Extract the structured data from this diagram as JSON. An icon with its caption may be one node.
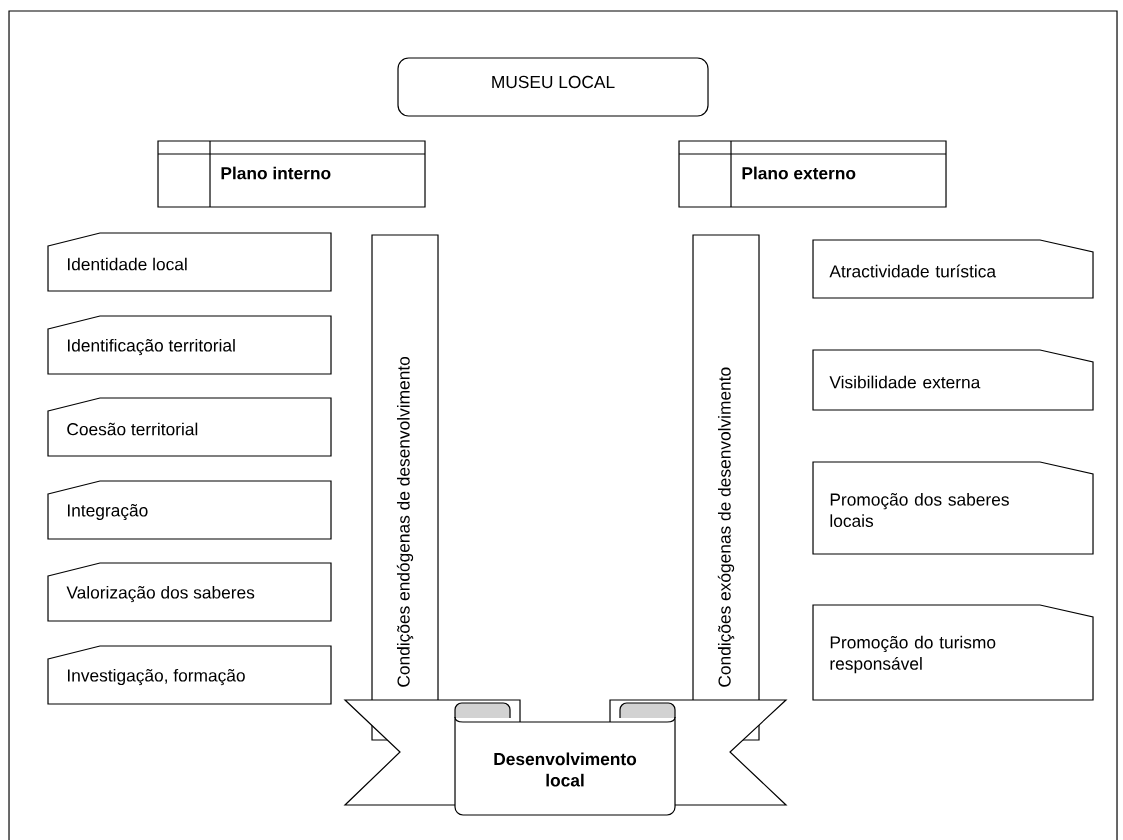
{
  "diagram": {
    "nodes": [
      {
        "text": [
          "MUSEU LOCAL"
        ]
      },
      {
        "text": [
          "Plano interno"
        ]
      },
      {
        "text": [
          "Plano externo"
        ]
      },
      {
        "text": [
          "Identidade local"
        ]
      },
      {
        "text": [
          "Identificação territorial"
        ]
      },
      {
        "text": [
          "Coesão territorial"
        ]
      },
      {
        "text": [
          "Integração"
        ]
      },
      {
        "text": [
          "Valorização dos saberes"
        ]
      },
      {
        "text": [
          "Investigação, formação"
        ]
      },
      {
        "text": [
          "Condições endógenas de desenvolvimento"
        ]
      },
      {
        "text": [
          "Condições exógenas de desenvolvimento"
        ]
      },
      {
        "text": [
          "Atractividade turística"
        ]
      },
      {
        "text": [
          "Visibilidade externa"
        ]
      },
      {
        "text": [
          "Promoção dos saberes locais"
        ]
      },
      {
        "text": [
          "Promoção do turismo responsável"
        ]
      },
      {
        "text": [
          "Desenvolvimento local"
        ]
      }
    ]
  }
}
